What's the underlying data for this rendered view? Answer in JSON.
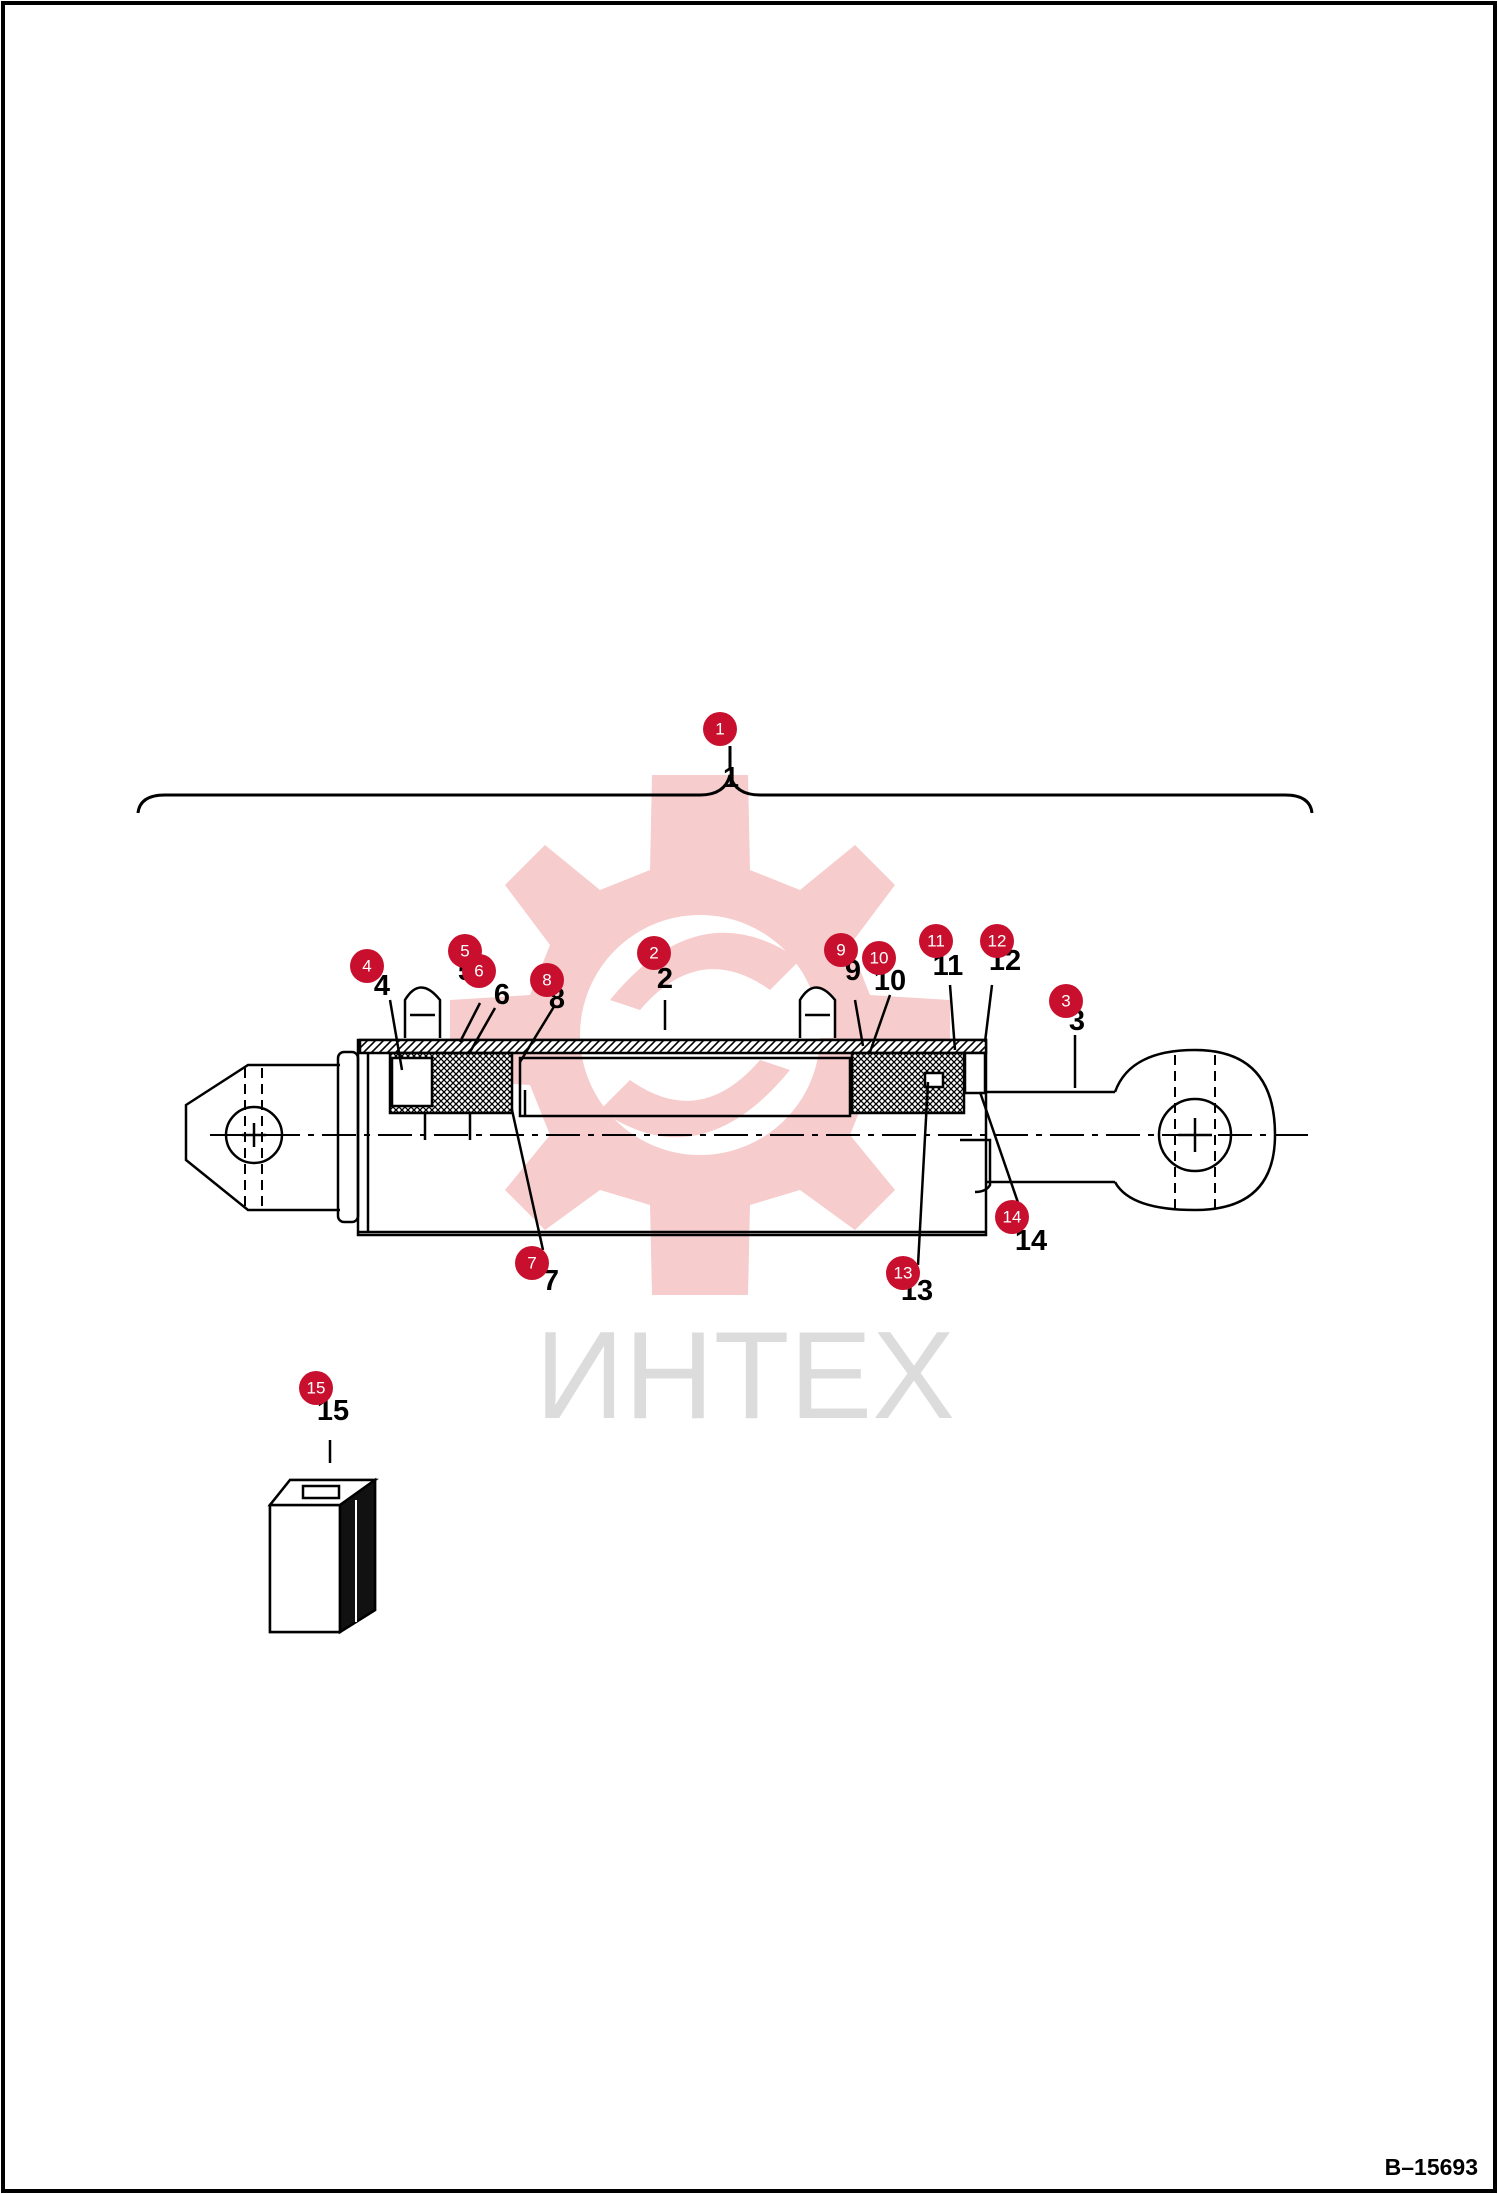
{
  "drawing": {
    "code": "B–15693",
    "watermark_text": "ИНТЕХ",
    "watermark_icon": "gear-logo-icon",
    "part": "hydraulic-cylinder"
  },
  "callouts": [
    {
      "id": "1",
      "label": "1",
      "digit": "1"
    },
    {
      "id": "2",
      "label": "2",
      "digit": "2"
    },
    {
      "id": "3",
      "label": "3",
      "digit": "3"
    },
    {
      "id": "4",
      "label": "4",
      "digit": "4"
    },
    {
      "id": "5",
      "label": "5",
      "digit": "5"
    },
    {
      "id": "6",
      "label": "6",
      "digit": "6"
    },
    {
      "id": "7",
      "label": "7",
      "digit": "7"
    },
    {
      "id": "8",
      "label": "8",
      "digit": "8"
    },
    {
      "id": "9",
      "label": "9",
      "digit": "9"
    },
    {
      "id": "10",
      "label": "10",
      "digit": "10"
    },
    {
      "id": "11",
      "label": "11",
      "digit": "11"
    },
    {
      "id": "12",
      "label": "12",
      "digit": "12"
    },
    {
      "id": "13",
      "label": "13",
      "digit": "13"
    },
    {
      "id": "14",
      "label": "14",
      "digit": "14"
    },
    {
      "id": "15",
      "label": "15",
      "digit": "15"
    }
  ],
  "colors": {
    "callout_fill": "#c8102e",
    "watermark": "#f6cccc",
    "line": "#000000"
  }
}
